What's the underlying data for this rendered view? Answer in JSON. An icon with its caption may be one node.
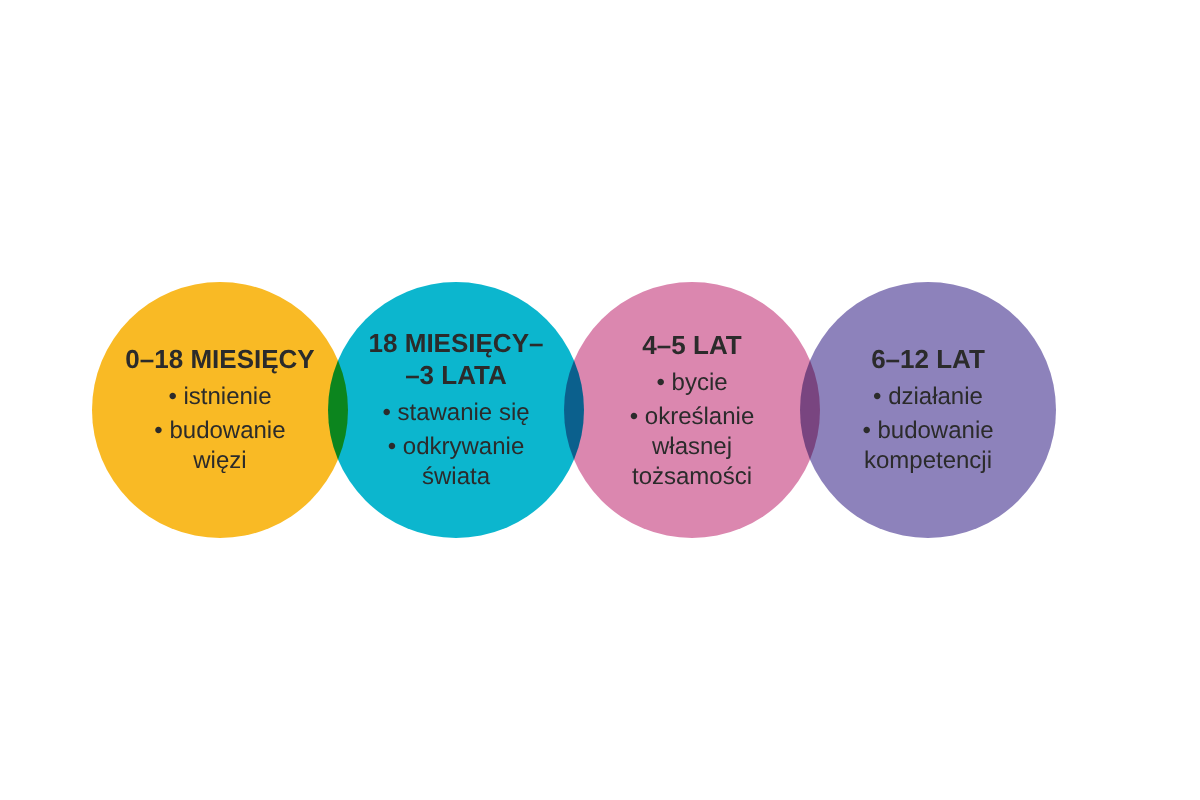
{
  "diagram": {
    "nodes": [
      {
        "text": [
          "0–18 MIESIĘCY",
          "• istnienie",
          "• budowanie więzi"
        ]
      },
      {
        "text": [
          "18 MIESIĘCY– –3 LATA",
          "• stawanie się",
          "• odkrywanie świata"
        ]
      },
      {
        "text": [
          "4–5 LAT",
          "• bycie",
          "• określanie własnej tożsamości"
        ]
      },
      {
        "text": [
          "6–12 LAT",
          "• działanie",
          "• budowanie kompetencji"
        ]
      }
    ]
  }
}
